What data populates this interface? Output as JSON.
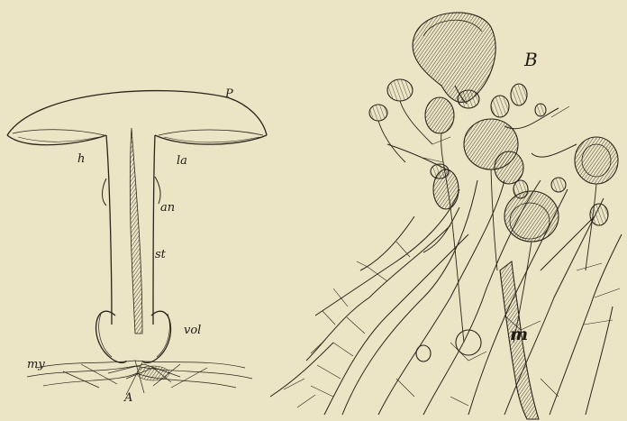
{
  "labels": {
    "p": "P",
    "h": "h",
    "la": "la",
    "an": "an",
    "st": "st",
    "vol": "vol",
    "my": "my",
    "a": "A",
    "b": "B",
    "m": "m"
  }
}
